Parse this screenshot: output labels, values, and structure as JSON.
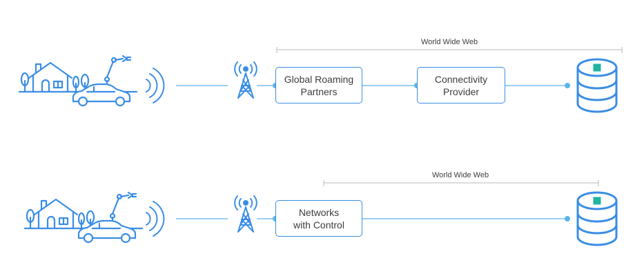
{
  "colors": {
    "accent": "#3a8de5",
    "line": "#5bb5e8",
    "bracket": "#b8b8b8",
    "chip": "#1fb5a0",
    "text": "#3c3c3c"
  },
  "icons": {
    "home": "house-car-robot-icon",
    "signal": "wireless-signal-icon",
    "tower": "radio-tower-icon",
    "database": "database-icon"
  },
  "top_flow": {
    "www_label": "World Wide Web",
    "nodes": [
      {
        "id": "global-roaming",
        "label_line1": "Global Roaming",
        "label_line2": "Partners"
      },
      {
        "id": "connectivity",
        "label_line1": "Connectivity",
        "label_line2": "Provider"
      }
    ]
  },
  "bottom_flow": {
    "www_label": "World Wide Web",
    "nodes": [
      {
        "id": "networks-control",
        "label_line1": "Networks",
        "label_line2": "with Control"
      }
    ]
  }
}
